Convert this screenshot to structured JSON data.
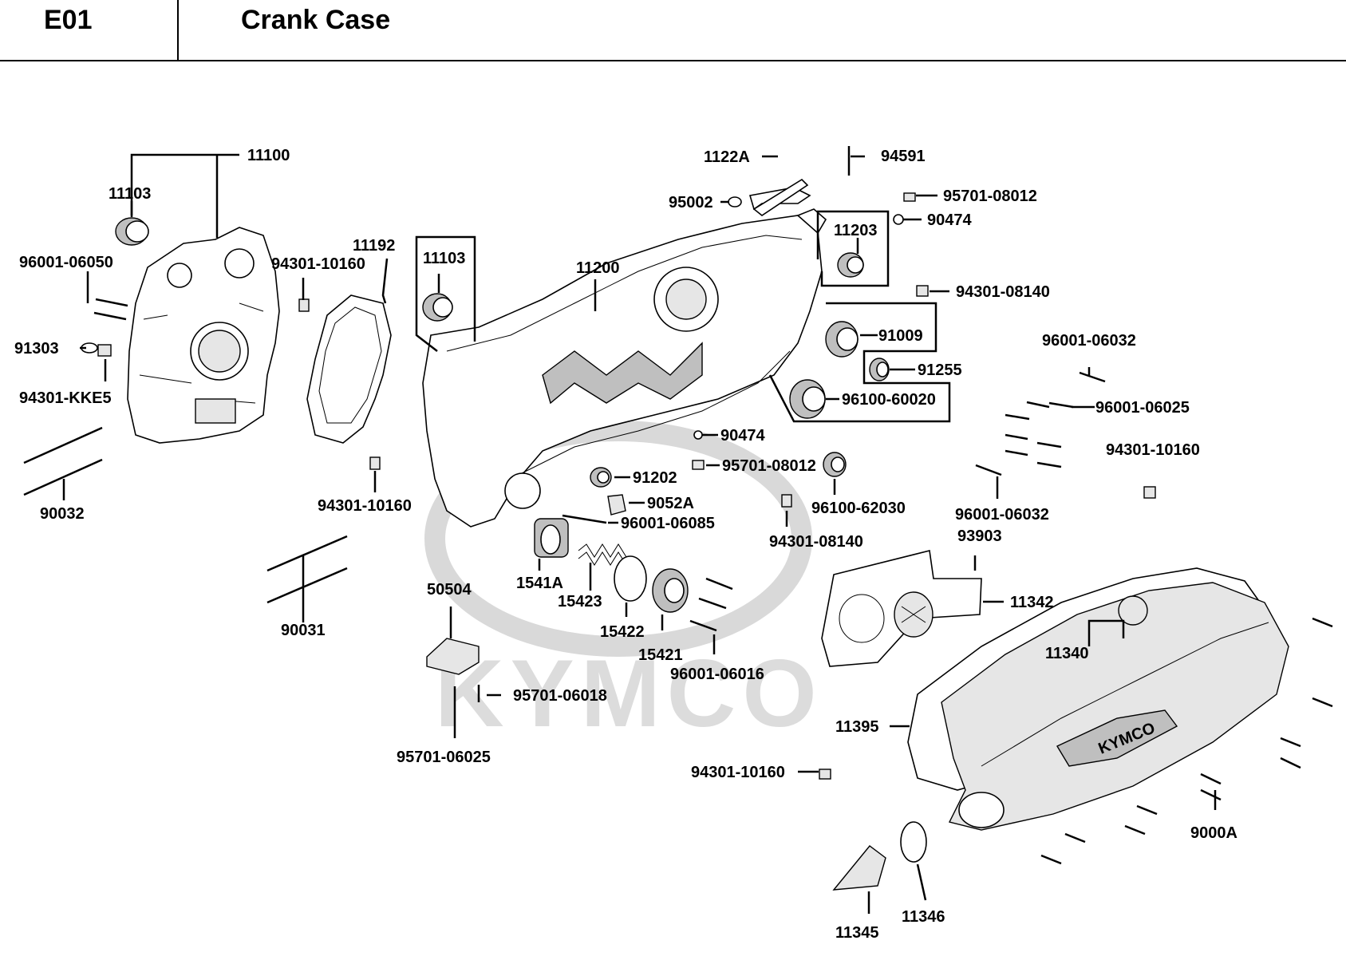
{
  "header": {
    "code": "E01",
    "title": "Crank Case"
  },
  "watermark": {
    "text": "KYMCO"
  },
  "parts": {
    "p11100": "11100",
    "p11103_left": "11103",
    "p96001_06050": "96001-06050",
    "p91303": "91303",
    "p94301_KKE5": "94301-KKE5",
    "p90032": "90032",
    "p94301_10160_a": "94301-10160",
    "p11192": "11192",
    "p94301_10160_b": "94301-10160",
    "p90031": "90031",
    "p11103_box": "11103",
    "p11200": "11200",
    "p1122A": "1122A",
    "p94591": "94591",
    "p95002": "95002",
    "p95701_08012_top": "95701-08012",
    "p90474_top": "90474",
    "p11203": "11203",
    "p94301_08140_top": "94301-08140",
    "p91009": "91009",
    "p91255": "91255",
    "p96100_60020": "96100-60020",
    "p90474_mid": "90474",
    "p95701_08012_mid": "95701-08012",
    "p91202": "91202",
    "p9052A": "9052A",
    "p96001_06085": "96001-06085",
    "p96100_62030": "96100-62030",
    "p94301_08140_mid": "94301-08140",
    "p1541A": "1541A",
    "p15423": "15423",
    "p15422": "15422",
    "p15421": "15421",
    "p96001_06016": "96001-06016",
    "p50504": "50504",
    "p95701_06018": "95701-06018",
    "p95701_06025": "95701-06025",
    "p96001_06032_top": "96001-06032",
    "p96001_06025": "96001-06025",
    "p94301_10160_right": "94301-10160",
    "p96001_06032_mid": "96001-06032",
    "p93903": "93903",
    "p11342": "11342",
    "p11340": "11340",
    "p11395": "11395",
    "p94301_10160_low": "94301-10160",
    "p9000A": "9000A",
    "p11345": "11345",
    "p11346": "11346",
    "cover_logo": "KYMCO"
  }
}
